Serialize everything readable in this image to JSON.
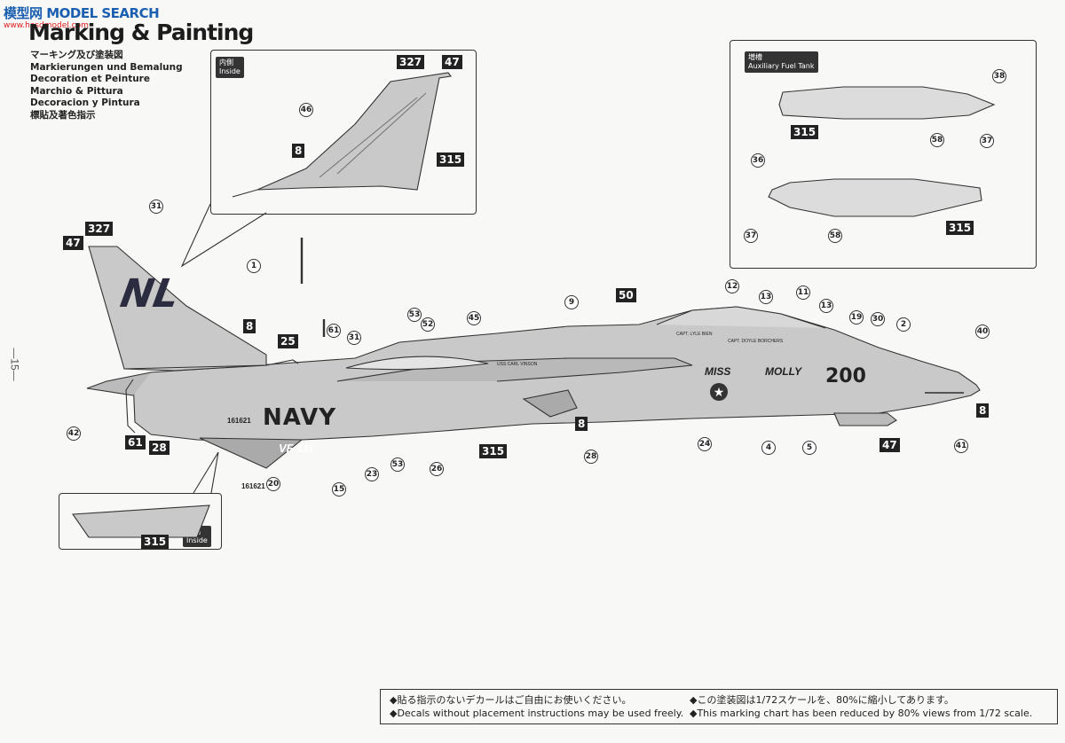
{
  "watermark": {
    "brand": "模型网 MODEL SEARCH",
    "url": "www.hasdmodel.com"
  },
  "title": "Marking & Painting",
  "languages": [
    "マーキング及び塗装図",
    "Markierungen und Bemalung",
    "Decoration et Peinture",
    "Marchio & Pittura",
    "Decoracion y Pintura",
    "標貼及著色指示"
  ],
  "page_number": "—15—",
  "inside_tag_tail": {
    "jp": "内側",
    "en": "Inside"
  },
  "inside_tag_tip": {
    "jp": "内側",
    "en": "Inside"
  },
  "tank_tag": {
    "jp": "増槽",
    "en": "Auxiliary Fuel Tank"
  },
  "tail_mark": "NL",
  "fuselage_text": "NAVY",
  "squadron": "VF 111",
  "nose_number": "200",
  "serial": "161621",
  "serial_small": "161621",
  "names": [
    "CAPT. LYLE BIEN",
    "CAPT. DOYLE BORCHERS"
  ],
  "carrier": "USS CARL VINSON",
  "nose_art_1": "MISS",
  "nose_art_2": "MOLLY",
  "codes": {
    "c327a": "327",
    "c47a": "47",
    "c315a": "315",
    "c8a": "8",
    "c327b": "327",
    "c47b": "47",
    "c8b": "8",
    "c25": "25",
    "c50": "50",
    "c315b": "315",
    "c8c": "8",
    "c8d": "8",
    "c47c": "47",
    "c61": "61",
    "c28": "28",
    "c315c": "315",
    "c315d": "315",
    "c315e": "315"
  },
  "callouts": {
    "n46": "46",
    "n31a": "31",
    "n1": "1",
    "n61": "61",
    "n31b": "31",
    "n53a": "53",
    "n52": "52",
    "n45": "45",
    "n9": "9",
    "n12": "12",
    "n13a": "13",
    "n11": "11",
    "n13b": "13",
    "n19": "19",
    "n30": "30",
    "n2": "2",
    "n40": "40",
    "n42": "42",
    "n20": "20",
    "n15": "15",
    "n23": "23",
    "n53b": "53",
    "n26": "26",
    "n28": "28",
    "n24": "24",
    "n4": "4",
    "n5": "5",
    "n41": "41",
    "n38": "38",
    "n58a": "58",
    "n37a": "37",
    "n36": "36",
    "n37b": "37",
    "n58b": "58"
  },
  "notes": {
    "jp_left": "◆貼る指示のないデカールはご自由にお使いください。",
    "en_left": "◆Decals without placement instructions may be used freely.",
    "jp_right": "◆この塗装図は1/72スケールを、80%に縮小してあります。",
    "en_right": "◆This marking chart has been reduced by 80%  views from 1/72 scale."
  }
}
